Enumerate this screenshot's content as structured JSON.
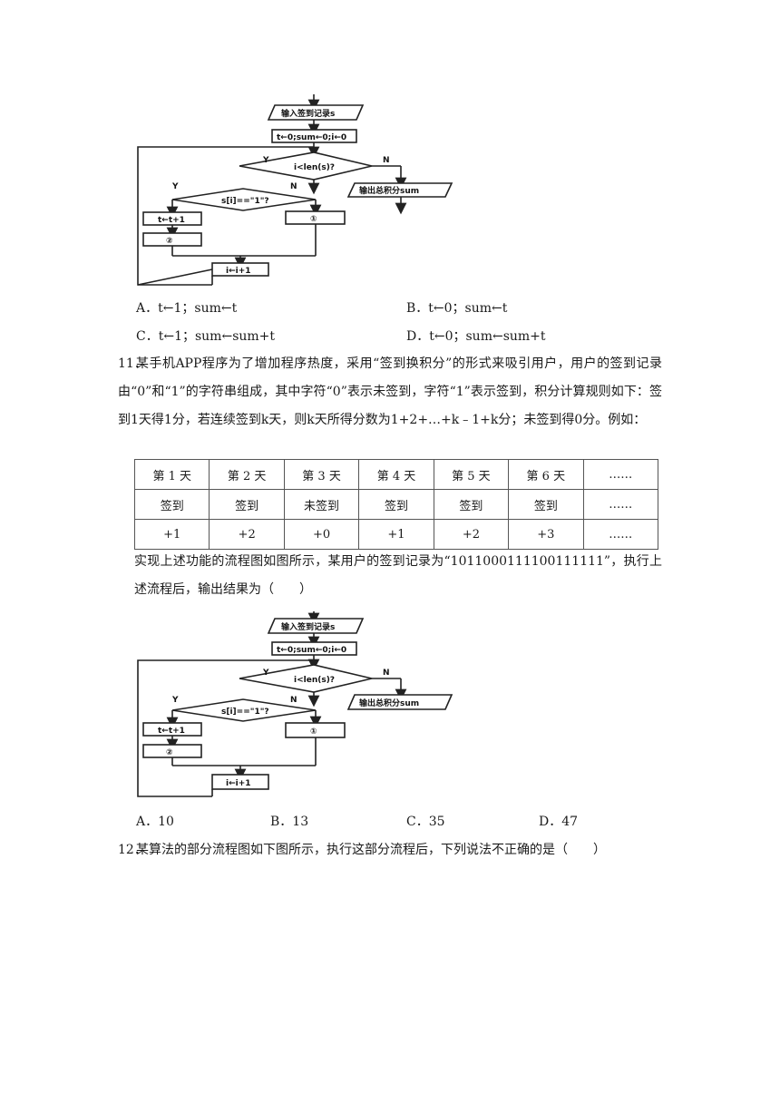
{
  "flowchart": {
    "input": "输入签到记录s",
    "init": "t←0;sum←0;i←0",
    "cond_outer": "i<len(s)?",
    "cond_inner": "s[i]==\"1\"?",
    "yes": "Y",
    "no": "N",
    "output": "输出总积分sum",
    "step_inc_t": "t←t+1",
    "blank1": "①",
    "blank2": "②",
    "step_inc_i": "i←i+1"
  },
  "q10_options": [
    {
      "label": "A．",
      "text": "t←1；sum←t"
    },
    {
      "label": "B．",
      "text": "t←0；sum←t"
    },
    {
      "label": "C．",
      "text": "t←1；sum←sum+t"
    },
    {
      "label": "D．",
      "text": "t←0；sum←sum+t"
    }
  ],
  "q11": {
    "number": "11．",
    "stem": "某手机APP程序为了增加程序热度，采用“签到换积分”的形式来吸引用户，用户的签到记录由“0”和“1”的字符串组成，其中字符“0”表示未签到，字符“1”表示签到，积分计算规则如下：签到1天得1分，若连续签到k天，则k天所得分数为1+2+…+k﹣1+k分；未签到得0分。例如：",
    "table": {
      "days": [
        "第 1 天",
        "第 2 天",
        "第 3 天",
        "第 4 天",
        "第 5 天",
        "第 6 天",
        "……"
      ],
      "status": [
        "签到",
        "签到",
        "未签到",
        "签到",
        "签到",
        "签到",
        "……"
      ],
      "points": [
        "+1",
        "+2",
        "+0",
        "+1",
        "+2",
        "+3",
        "……"
      ]
    },
    "stem2": "实现上述功能的流程图如图所示，某用户的签到记录为“1011000111100111111”，执行上述流程后，输出结果为（　　）",
    "options": [
      {
        "label": "A．",
        "text": "10"
      },
      {
        "label": "B．",
        "text": "13"
      },
      {
        "label": "C．",
        "text": "35"
      },
      {
        "label": "D．",
        "text": "47"
      }
    ]
  },
  "q12": {
    "number": "12．",
    "stem": "某算法的部分流程图如下图所示，执行这部分流程后，下列说法不正确的是（　　）"
  }
}
